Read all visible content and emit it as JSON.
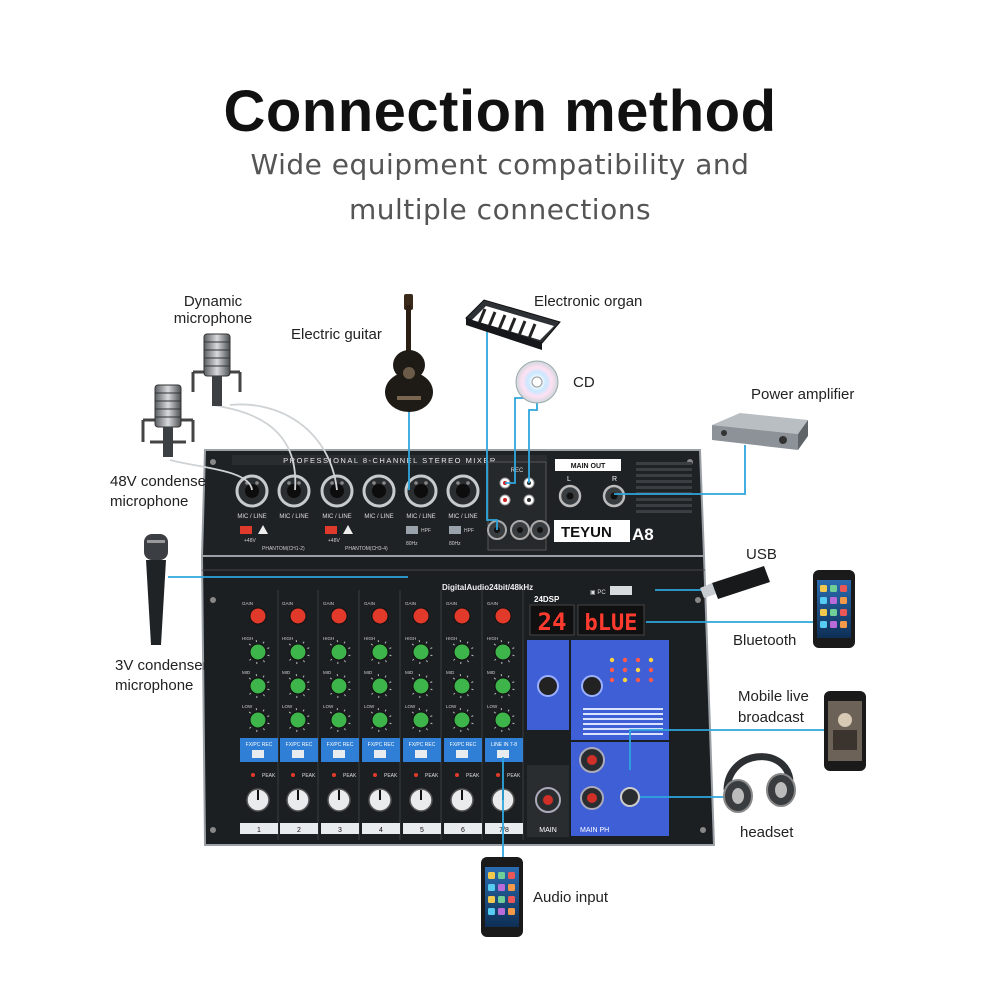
{
  "header": {
    "title": "Connection method",
    "subtitle_line1": "Wide equipment compatibility and",
    "subtitle_line2": "multiple connections"
  },
  "devices": {
    "dynamic_mic_line1": "Dynamic",
    "dynamic_mic_line2": "microphone",
    "electric_guitar": "Electric guitar",
    "electronic_organ": "Electronic organ",
    "cd": "CD",
    "power_amplifier": "Power amplifier",
    "condenser_48v_line1": "48V condenser",
    "condenser_48v_line2": "microphone",
    "condenser_3v_line1": "3V condenser",
    "condenser_3v_line2": "microphone",
    "usb": "USB",
    "bluetooth": "Bluetooth",
    "mobile_live_line1": "Mobile live",
    "mobile_live_line2": "broadcast",
    "headset": "headset",
    "audio_input": "Audio input"
  },
  "mixer": {
    "banner": "PROFESSIONAL 8-CHANNEL STEREO MIXER",
    "brand": "TEYUN",
    "model": "A8",
    "main_out": "MAIN OUT",
    "out_l": "L",
    "out_r": "R",
    "rec": "REC",
    "digital_audio": "DigitalAudio24bit/48kHz",
    "dsp_count": "24",
    "dsp_label": "24DSP",
    "display_text": "bLUE",
    "main": "MAIN",
    "main_ph": "MAIN PH",
    "mic_line": "MIC / LINE",
    "phantom_left": "PHANTOM(CH1-2)",
    "phantom_right": "PHANTOM(CH3-4)",
    "plus48v": "+48V",
    "hpf": "HPF",
    "hz80": "80Hz",
    "gain": "GAIN",
    "high": "HIGH",
    "mid": "MID",
    "low": "LOW",
    "peak": "PEAK",
    "fx_rec": "FX/PC REC",
    "line_in": "LINE IN 7-8",
    "channels": [
      "1",
      "2",
      "3",
      "4",
      "5",
      "6",
      "7/8"
    ]
  },
  "colors": {
    "cable": "#2fa6dc",
    "panel": "#202326",
    "accent_blue": "#3f5fd6",
    "display_red": "#ff3b2f"
  }
}
